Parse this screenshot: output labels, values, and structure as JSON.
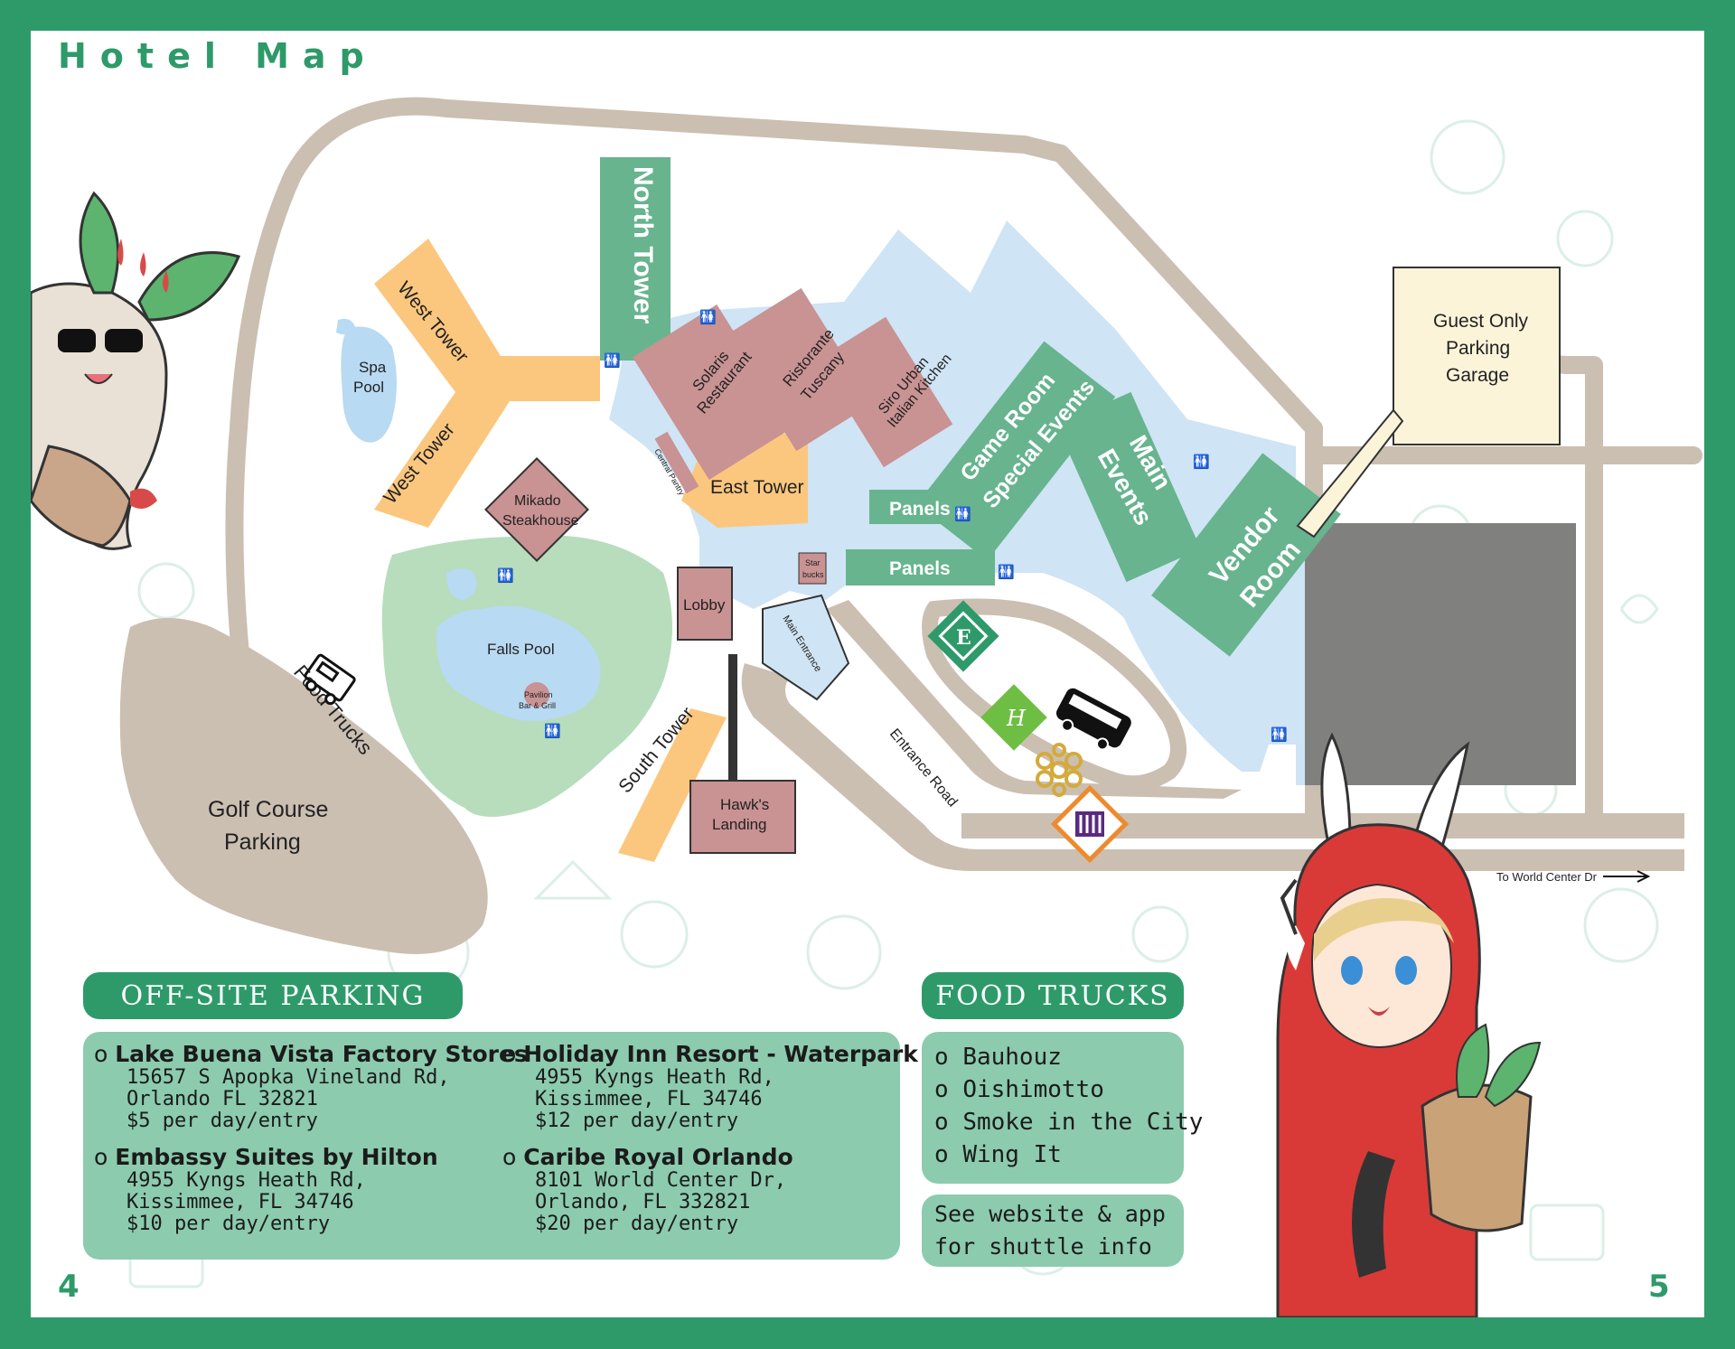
{
  "header": {
    "title": "Hotel Map"
  },
  "pages": {
    "left": "4",
    "right": "5"
  },
  "map": {
    "labels": {
      "north_tower": "North Tower",
      "west_tower_1": "West Tower",
      "west_tower_2": "West Tower",
      "spa_pool": [
        "Spa",
        "Pool"
      ],
      "solaris": [
        "Solaris",
        "Restaurant"
      ],
      "ristorante": [
        "Ristorante",
        "Tuscany"
      ],
      "siro": [
        "Siro Urban",
        "Italian Kitchen"
      ],
      "central_pantry": "Central Pantry",
      "east_tower": "East Tower",
      "mikado": [
        "Mikado",
        "Steakhouse"
      ],
      "game_room": [
        "Game Room",
        "Special Events"
      ],
      "main_events": [
        "Main",
        "Events"
      ],
      "vendor_room": [
        "Vendor",
        "Room"
      ],
      "panels_1": "Panels",
      "panels_2": "Panels",
      "starbucks": [
        "Star",
        "bucks"
      ],
      "lobby": "Lobby",
      "main_entrance": "Main Entrance",
      "falls_pool": "Falls Pool",
      "pavilion": [
        "Pavilion",
        "Bar & Grill"
      ],
      "food_trucks": "Food Trucks",
      "south_tower": "South Tower",
      "hawks_landing": [
        "Hawk's",
        "Landing"
      ],
      "entrance_road": "Entrance Road",
      "golf_parking": [
        "Golf Course",
        "Parking"
      ],
      "garage": [
        "Guest Only",
        "Parking",
        "Garage"
      ],
      "world_center": "To World Center Dr"
    },
    "colors": {
      "road": "#cbbfb2",
      "building": "#cfe4f4",
      "tower": "#fbc77e",
      "restaurant": "#c99293",
      "event": "#67b48f",
      "pool": "#b8daf3",
      "greenery": "#b7ddbc",
      "lot": "#80807f"
    },
    "icons": [
      "restroom-icon",
      "food-truck-icon",
      "shuttle-bus-icon",
      "embassy-suites-logo",
      "holiday-inn-logo",
      "caribe-royale-logo",
      "hilton-logo"
    ]
  },
  "offsite": {
    "title": "OFF-SITE PARKING",
    "lots": [
      {
        "name": "Lake Buena Vista Factory Stores",
        "lines": [
          "15657 S Apopka Vineland Rd,",
          "Orlando FL 32821",
          "$5 per day/entry"
        ]
      },
      {
        "name": "Holiday Inn Resort - Waterpark",
        "lines": [
          "4955 Kyngs Heath Rd,",
          "Kissimmee, FL 34746",
          "$12 per day/entry"
        ]
      },
      {
        "name": "Embassy Suites by Hilton",
        "lines": [
          "4955 Kyngs Heath Rd,",
          "Kissimmee, FL 34746",
          "$10 per day/entry"
        ]
      },
      {
        "name": "Caribe Royal Orlando",
        "lines": [
          "8101 World Center Dr,",
          "Orlando, FL 332821",
          "$20 per day/entry"
        ]
      }
    ]
  },
  "food_trucks": {
    "title": "FOOD TRUCKS",
    "items": [
      "Bauhouz",
      "Oishimotto",
      "Smoke in the City",
      "Wing It"
    ],
    "shuttle": [
      "See website & app",
      "for shuttle info"
    ]
  }
}
